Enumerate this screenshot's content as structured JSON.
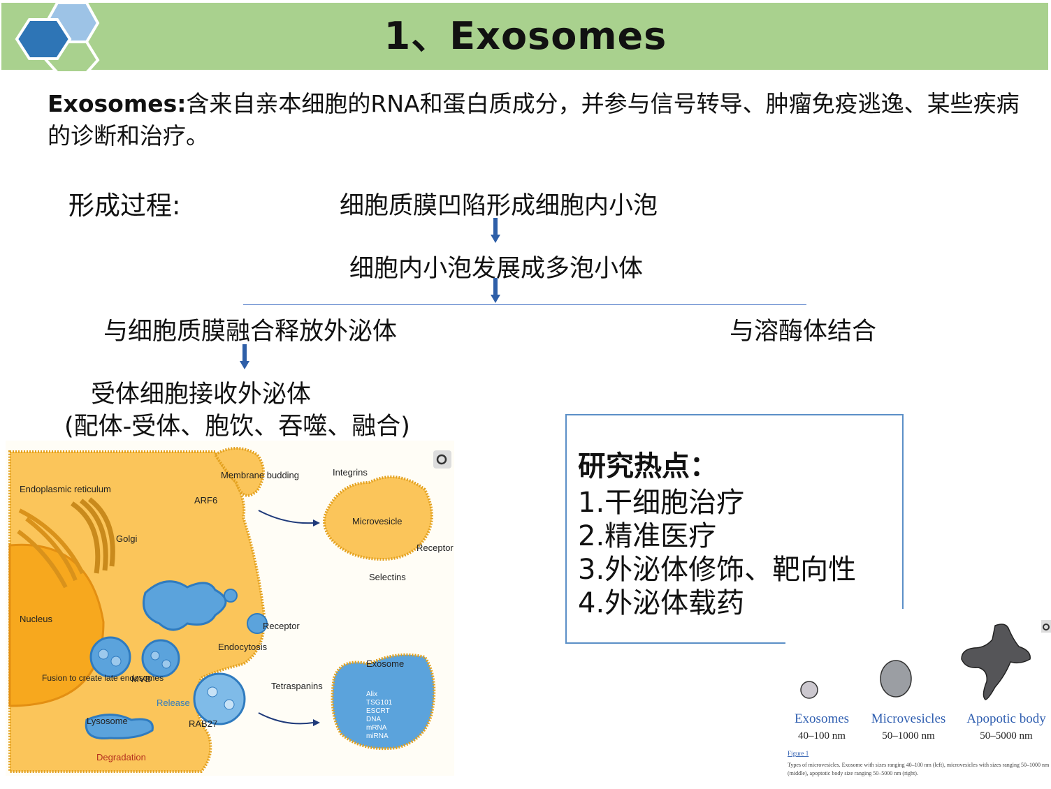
{
  "header": {
    "title": "1、Exosomes"
  },
  "intro": {
    "term": "Exosomes:",
    "text": "含来自亲本细胞的RNA和蛋白质成分，并参与信号转导、肿瘤免疫逃逸、某些疾病的诊断和治疗。"
  },
  "process": {
    "label": "形成过程:",
    "step1": "细胞质膜凹陷形成细胞内小泡",
    "step2": "细胞内小泡发展成多泡小体",
    "branch_left": "与细胞质膜融合释放外泌体",
    "branch_right": "与溶酶体结合",
    "step4": "受体细胞接收外泌体",
    "step4_detail": "(配体-受体、胞饮、吞噬、融合)"
  },
  "hotspots": {
    "title": "研究热点：",
    "items": [
      "1.干细胞治疗",
      "2.精准医疗",
      "3.外泌体修饰、靶向性",
      "4.外泌体载药"
    ]
  },
  "figure1": {
    "labels": {
      "er": "Endoplasmic reticulum",
      "golgi": "Golgi",
      "nucleus": "Nucleus",
      "membrane_budding": "Membrane budding",
      "arf6": "ARF6",
      "integrins": "Integrins",
      "microvesicle": "Microvesicle",
      "receptor1": "Receptor",
      "selectins": "Selectins",
      "receptor2": "Receptor",
      "endocytosis": "Endocytosis",
      "fusion": "Fusion to create late endosomes",
      "mvb": "MVB",
      "release": "Release",
      "lysosome": "Lysosome",
      "rab27": "RAB27",
      "degradation": "Degradation",
      "exosome": "Exosome",
      "tetraspanins": "Tetraspanins",
      "cargo": [
        "Alix",
        "TSG101",
        "ESCRT",
        "DNA",
        "mRNA",
        "miRNA"
      ]
    }
  },
  "figure2": {
    "types": [
      {
        "name": "Exosomes",
        "size": "40–100 nm"
      },
      {
        "name": "Microvesicles",
        "size": "50–1000 nm"
      },
      {
        "name": "Apopotic body",
        "size": "50–5000 nm"
      }
    ],
    "figure_link": "Figure 1",
    "caption": "Types of microvesicles. Exosome with sizes ranging 40–100 nm (left), microvesicles with sizes ranging 50–1000 nm (middle), apoptotic body size ranging 50–5000 nm (right)."
  },
  "colors": {
    "title_bar": "#a9d18e",
    "hex_dark": "#2e75b6",
    "hex_light": "#9dc3e6",
    "arrow": "#2e5fa8",
    "box_border": "#5b8fc7",
    "cell": "#fbc55a",
    "vesicle": "#5ba3dc"
  }
}
